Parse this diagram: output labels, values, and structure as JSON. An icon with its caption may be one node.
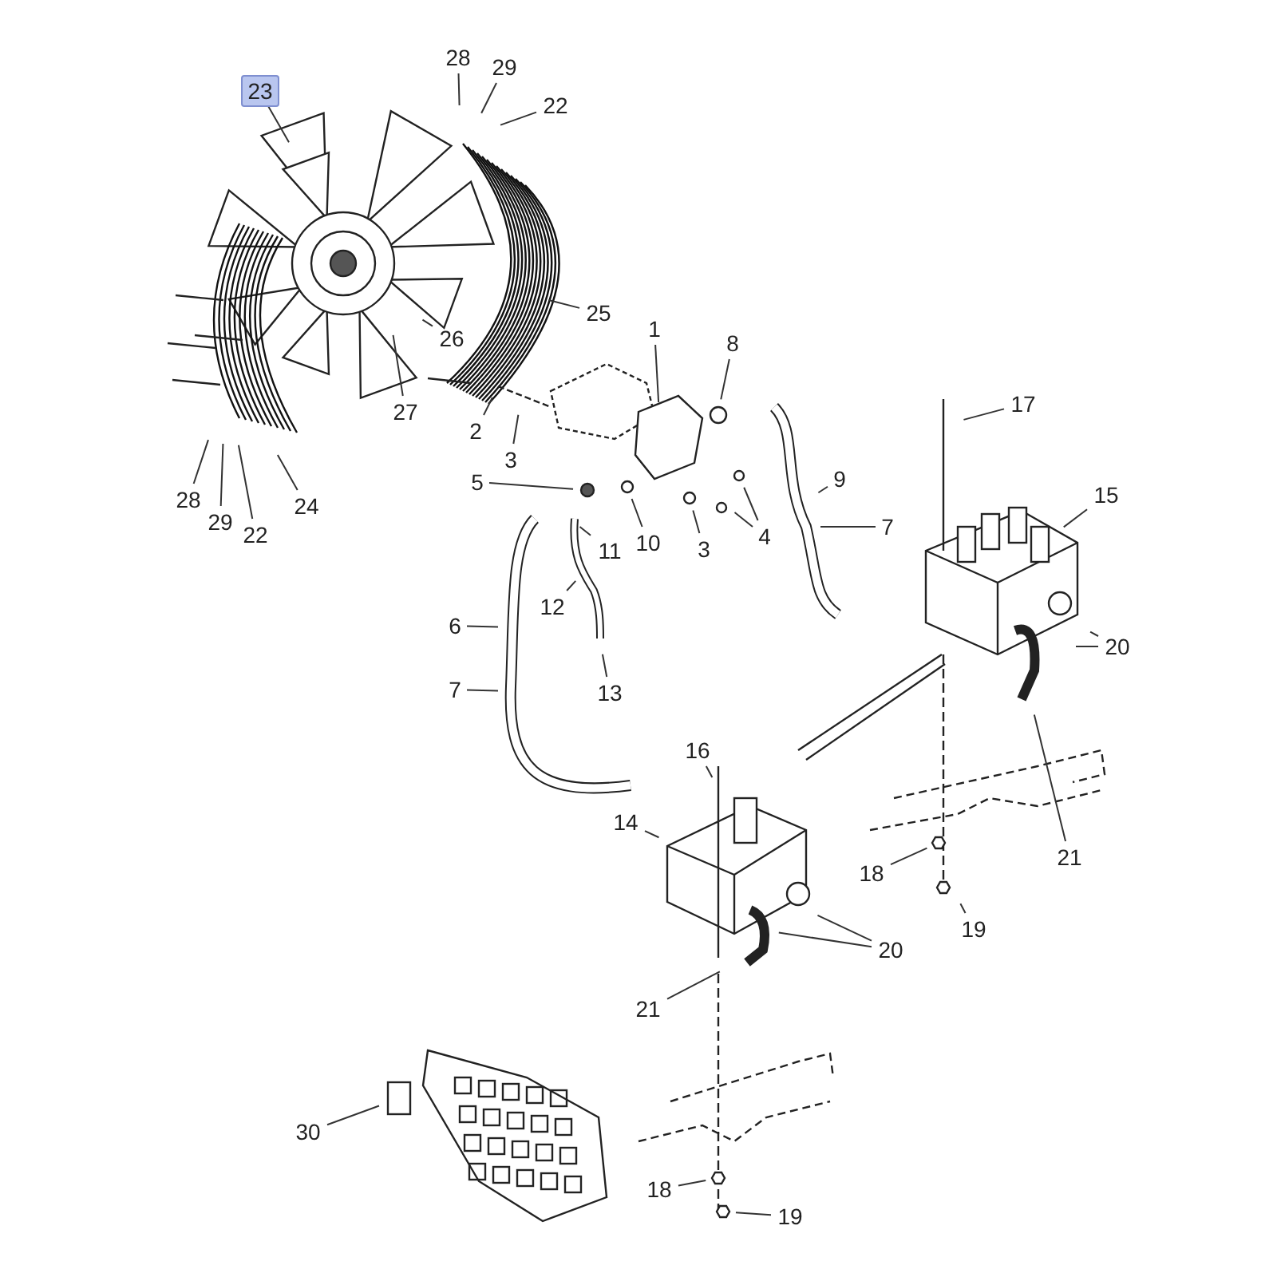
{
  "diagram": {
    "nodes": [
      {
        "text": [
          "23"
        ]
      },
      {
        "text": [
          "28"
        ]
      },
      {
        "text": [
          "29"
        ]
      },
      {
        "text": [
          "22"
        ]
      },
      {
        "text": [
          "25"
        ]
      },
      {
        "text": [
          "26"
        ]
      },
      {
        "text": [
          "27"
        ]
      },
      {
        "text": [
          "28"
        ]
      },
      {
        "text": [
          "29"
        ]
      },
      {
        "text": [
          "22"
        ]
      },
      {
        "text": [
          "24"
        ]
      },
      {
        "text": [
          "1"
        ]
      },
      {
        "text": [
          "8"
        ]
      },
      {
        "text": [
          "2"
        ]
      },
      {
        "text": [
          "3"
        ]
      },
      {
        "text": [
          "5"
        ]
      },
      {
        "text": [
          "10"
        ]
      },
      {
        "text": [
          "3"
        ]
      },
      {
        "text": [
          "4"
        ]
      },
      {
        "text": [
          "9"
        ]
      },
      {
        "text": [
          "7"
        ]
      },
      {
        "text": [
          "11"
        ]
      },
      {
        "text": [
          "12"
        ]
      },
      {
        "text": [
          "13"
        ]
      },
      {
        "text": [
          "6"
        ]
      },
      {
        "text": [
          "7"
        ]
      },
      {
        "text": [
          "17"
        ]
      },
      {
        "text": [
          "15"
        ]
      },
      {
        "text": [
          "20"
        ]
      },
      {
        "text": [
          "21"
        ]
      },
      {
        "text": [
          "18"
        ]
      },
      {
        "text": [
          "19"
        ]
      },
      {
        "text": [
          "16"
        ]
      },
      {
        "text": [
          "14"
        ]
      },
      {
        "text": [
          "20"
        ]
      },
      {
        "text": [
          "21"
        ]
      },
      {
        "text": [
          "30"
        ]
      },
      {
        "text": [
          "18"
        ]
      },
      {
        "text": [
          "19"
        ]
      }
    ],
    "edges": [
      {
        "from": 0,
        "to": null,
        "arrow": "none"
      },
      {
        "from": 1,
        "to": null,
        "arrow": "none"
      },
      {
        "from": 2,
        "to": null,
        "arrow": "none"
      },
      {
        "from": 3,
        "to": null,
        "arrow": "none"
      },
      {
        "from": 4,
        "to": null,
        "arrow": "none"
      },
      {
        "from": 5,
        "to": null,
        "arrow": "none"
      },
      {
        "from": 6,
        "to": null,
        "arrow": "none"
      },
      {
        "from": 7,
        "to": null,
        "arrow": "none"
      },
      {
        "from": 8,
        "to": null,
        "arrow": "none"
      },
      {
        "from": 9,
        "to": null,
        "arrow": "none"
      },
      {
        "from": 10,
        "to": null,
        "arrow": "none"
      },
      {
        "from": 11,
        "to": null,
        "arrow": "none"
      },
      {
        "from": 12,
        "to": null,
        "arrow": "none"
      },
      {
        "from": 13,
        "to": null,
        "arrow": "none"
      },
      {
        "from": 14,
        "to": null,
        "arrow": "none"
      },
      {
        "from": 15,
        "to": null,
        "arrow": "none"
      },
      {
        "from": 16,
        "to": null,
        "arrow": "none"
      },
      {
        "from": 17,
        "to": null,
        "arrow": "none"
      },
      {
        "from": 18,
        "to": null,
        "arrow": "none"
      },
      {
        "from": 18,
        "to": null,
        "arrow": "none"
      },
      {
        "from": 19,
        "to": null,
        "arrow": "none"
      },
      {
        "from": 20,
        "to": null,
        "arrow": "none"
      },
      {
        "from": 21,
        "to": null,
        "arrow": "none"
      },
      {
        "from": 22,
        "to": null,
        "arrow": "none"
      },
      {
        "from": 23,
        "to": null,
        "arrow": "none"
      },
      {
        "from": 24,
        "to": null,
        "arrow": "none"
      },
      {
        "from": 25,
        "to": null,
        "arrow": "none"
      },
      {
        "from": 26,
        "to": null,
        "arrow": "none"
      },
      {
        "from": 27,
        "to": null,
        "arrow": "none"
      },
      {
        "from": 28,
        "to": null,
        "arrow": "none"
      },
      {
        "from": 28,
        "to": null,
        "arrow": "none"
      },
      {
        "from": 29,
        "to": null,
        "arrow": "none"
      },
      {
        "from": 30,
        "to": null,
        "arrow": "none"
      },
      {
        "from": 31,
        "to": null,
        "arrow": "none"
      },
      {
        "from": 32,
        "to": null,
        "arrow": "none"
      },
      {
        "from": 33,
        "to": null,
        "arrow": "none"
      },
      {
        "from": 34,
        "to": null,
        "arrow": "none"
      },
      {
        "from": 34,
        "to": null,
        "arrow": "none"
      },
      {
        "from": 35,
        "to": null,
        "arrow": "none"
      },
      {
        "from": 36,
        "to": null,
        "arrow": "none"
      },
      {
        "from": 37,
        "to": null,
        "arrow": "none"
      },
      {
        "from": 38,
        "to": null,
        "arrow": "none"
      }
    ]
  }
}
